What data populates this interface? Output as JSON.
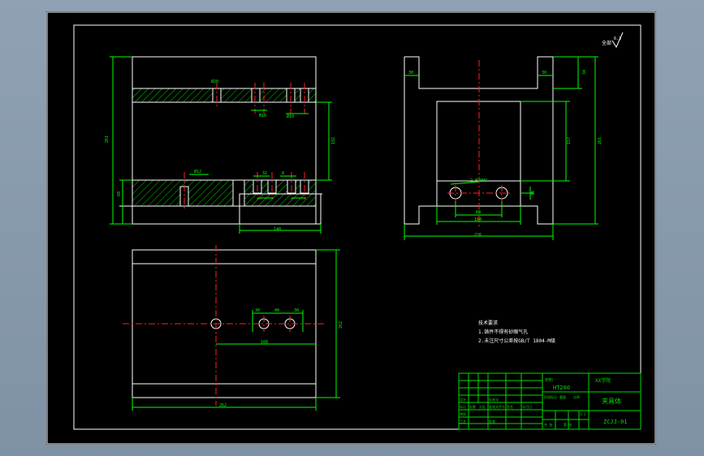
{
  "colors": {
    "background": "#000000",
    "outline": "#ffffff",
    "dimension": "#00ff00",
    "centerline": "#ff2020",
    "hatch": "#00cc00",
    "titleblock": "#00dd00",
    "annotation": "#ffffff"
  },
  "drawing": {
    "roughness_symbol": "全部",
    "roughness_value": "6.3",
    "front_view": {
      "dims": {
        "height": "261",
        "upper_hole_ref": "Ø20",
        "gap_small": "M10",
        "gap_small2": "Ø10",
        "right_height": "182",
        "lower_hole": "Ø12",
        "bottom_height": "60",
        "bottom_width": "140",
        "small_a": "32",
        "small_b": "8"
      }
    },
    "side_view": {
      "dims": {
        "slot_left": "30",
        "slot_right": "30",
        "slot_depth": "34",
        "inner_height": "157",
        "total_height": "261",
        "hole_pitch": "60",
        "inner_width": "164",
        "overall_width": "226",
        "hole_note": "2-Ø20H7",
        "bottom_dim": "30"
      }
    },
    "top_view": {
      "dims": {
        "width": "262",
        "height": "262",
        "span": "168",
        "gap1": "30",
        "gap2": "40",
        "gap3": "30"
      }
    },
    "notes": [
      "技术要求",
      "1.铸件不得有砂眼气孔",
      "2.未注尺寸公差按GB/T 1804-M级"
    ]
  },
  "title_block": {
    "material_label": "材料",
    "material": "HT200",
    "school": "XX学院",
    "part_name": "夹具体",
    "drawing_no": "ZCJJ-01",
    "scale": "1:1",
    "rows_left": [
      "标记",
      "处数",
      "分区",
      "更改文件号",
      "签名",
      "年月日"
    ],
    "design_label": "设计",
    "standard_label": "标准化",
    "review_label": "审核",
    "craft_label": "工艺",
    "approve_label": "批准",
    "stage_label": "阶段标记",
    "weight_label": "重量",
    "ratio_label": "比例",
    "sheet_total": "共 张",
    "sheet_no": "第 张"
  }
}
